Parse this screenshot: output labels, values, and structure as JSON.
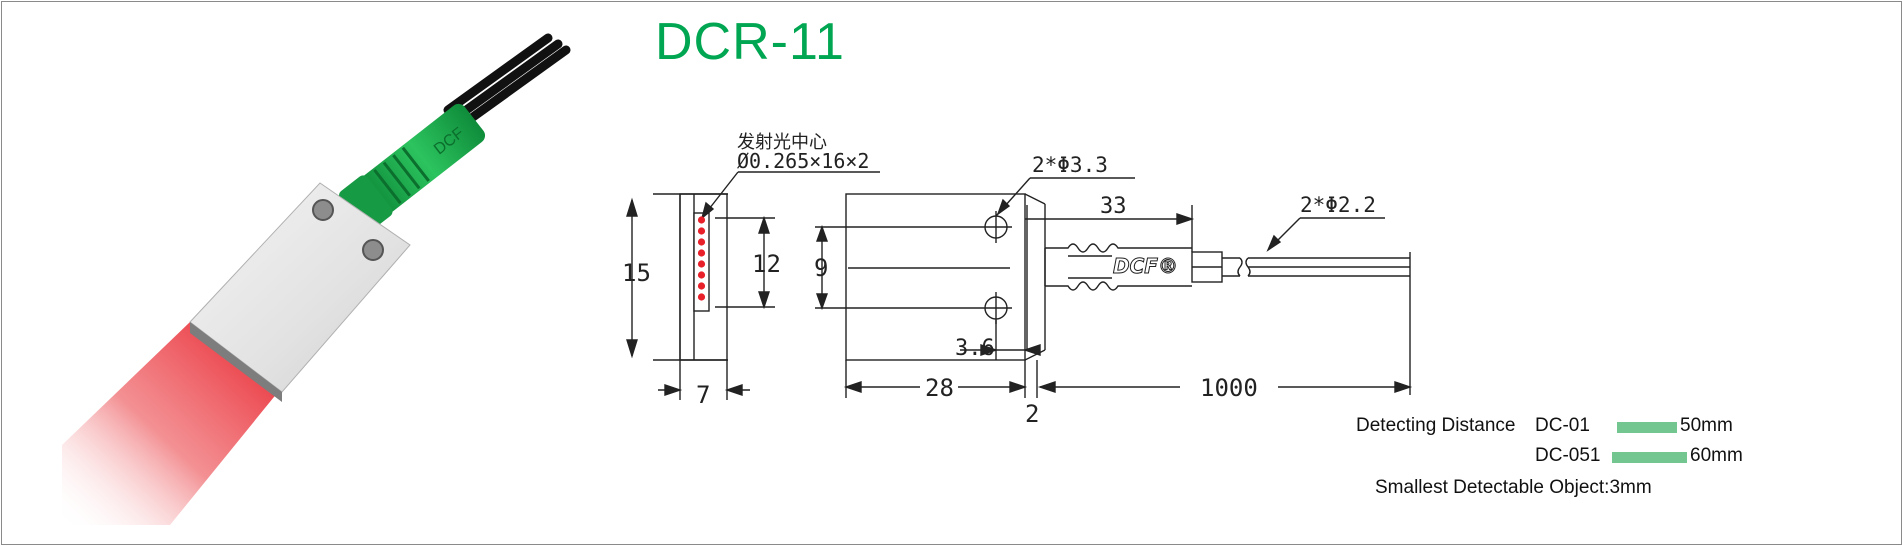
{
  "title": "DCR-11",
  "emission_center": {
    "label_cn": "发射光中心",
    "spec": "Ø0.265×16×2"
  },
  "dimensions": {
    "height_15": "15",
    "width_7": "7",
    "emit_12": "12",
    "hole_pitch_9": "9",
    "hole_spec": "2*Φ3.3",
    "hole_offset": "3.6",
    "body_len": "28",
    "gap": "2",
    "tube_len": "33",
    "cable_spec": "2*Φ2.2",
    "cable_len": "1000"
  },
  "brand_mark": "DCF®",
  "cable_print": "DCF",
  "specs": {
    "detecting_label": "Detecting  Distance",
    "rows": [
      {
        "model": "DC-01",
        "distance": "50mm",
        "level": 0.83
      },
      {
        "model": "DC-051",
        "distance": "60mm",
        "level": 1.0
      }
    ],
    "smallest": "Smallest Detectable Object:3mm"
  },
  "colors": {
    "title": "#00a651",
    "bar": "#73c68f",
    "beam": "#e8202a",
    "cable_green": "#1fae4f"
  }
}
